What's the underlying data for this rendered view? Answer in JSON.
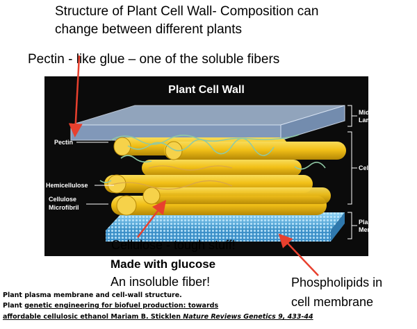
{
  "heading": {
    "line1": "Structure of Plant Cell Wall- Composition can",
    "line2": "change between different plants"
  },
  "pectin_note": "Pectin -  like glue – one of the soluble fibers",
  "figure": {
    "title": "Plant Cell Wall",
    "left_labels": {
      "pectin": "Pectin",
      "hemicellulose": "Hemicellulose",
      "cellulose_line1": "Cellulose",
      "cellulose_line2": "Microfibril"
    },
    "right_labels": {
      "middle_lamella_line1": "Middle",
      "middle_lamella_line2": "Lamella",
      "cell_wall": "Cell Wall",
      "plasma_membrane_line1": "Plasma",
      "plasma_membrane_line2": "Membrane"
    },
    "colors": {
      "background": "#0b0b0b",
      "cellulose": "#f2c018",
      "lamella": "#a9bfdc",
      "membrane": "#5ab7e6",
      "pectin_strand": "#8fc9a5",
      "arrow": "#e8402e"
    }
  },
  "annotations": {
    "cellulose": "Cellulose - tough stuff!",
    "glucose": "Made with glucose",
    "insoluble": "An insoluble fiber!",
    "phospholipids_line1": "Phospholipids in",
    "phospholipids_line2": "cell membrane"
  },
  "citation": {
    "line1": "Plant plasma membrane and cell-wall structure.",
    "line2_prefix": "Plant ",
    "line2_underlined": "genetic engineering for biofuel production: towards",
    "line3_underlined": "affordable cellulosic ethanol Mariam B. Sticklen ",
    "line3_italic": "Nature Reviews Genetics 9, 433-44"
  }
}
